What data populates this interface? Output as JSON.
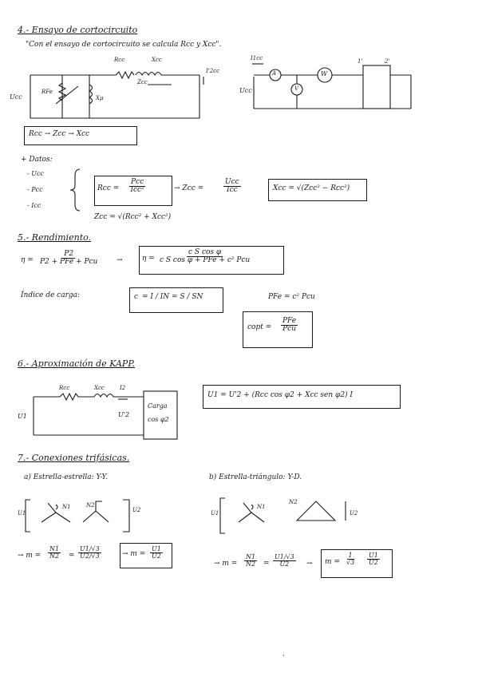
{
  "s4": {
    "title": "4.- Ensayo de cortocircuito",
    "intro": "\"Con el ensayo de cortocircuito se calcula Rcc y Xcc\".",
    "lbl_Rcc": "Rcc",
    "lbl_Xcc": "Xcc",
    "lbl_Zcc": "Zcc",
    "lbl_I2cc": "I'2cc",
    "lbl_Ucc": "Ucc",
    "lbl_Rfe": "RFe",
    "lbl_Xu": "Xμ",
    "lbl_I1cc": "I1cc",
    "lbl_Ucc2": "Ucc",
    "lbl_1": "1'",
    "lbl_2": "2'",
    "meter_A": "A",
    "meter_W": "W",
    "meter_V": "V",
    "chain": "Rcc → Zcc → Xcc",
    "datos": "+ Datos:",
    "datos_items": [
      "- Ucc",
      "- Pcc",
      "- Icc"
    ],
    "f1_lhs": "Rcc =",
    "f1_num": "Pcc",
    "f1_den": "Icc²",
    "f2_lhs": "→ Zcc =",
    "f2_num": "Ucc",
    "f2_den": "Icc",
    "f3": "Xcc = √(Zcc² − Rcc²)",
    "f4": "Zcc = √(Rcc² + Xcc²)"
  },
  "s5": {
    "title": "5.- Rendimiento.",
    "eta1_lhs": "η =",
    "eta1_num": "P2",
    "eta1_den": "P2 + PFe + Pcu",
    "eta2_lhs": "η =",
    "eta2_num": "c S cos φ",
    "eta2_den": "c S cos φ + PFe + c² Pcu",
    "indice": "Índice de carga:",
    "idx_a": "c",
    "idx_b": "= I / IN = S / SN",
    "pfe": "PFe = c² Pcu",
    "copt_lhs": "copt =",
    "copt_num": "PFe",
    "copt_den": "Pcu"
  },
  "s6": {
    "title": "6.- Aproximación de KAPP.",
    "lbl_Rcc": "Rcc",
    "lbl_Xcc": "Xcc",
    "lbl_I2": "I2",
    "lbl_U1": "U1",
    "lbl_U2": "U'2",
    "carga_1": "Carga",
    "carga_2": "cos φ2",
    "formula": "U1 = U'2 + (Rcc cos φ2 + Xcc sen φ2) I"
  },
  "s7": {
    "title": "7.- Conexiones trifásicas.",
    "a": "a) Estrella-estrella: Y-Y.",
    "b": "b) Estrella-triángulo: Y-D.",
    "lbl_U1a": "U1",
    "lbl_N1a": "N1",
    "lbl_N2a": "N2",
    "lbl_U2a": "U2",
    "lbl_U1b": "U1",
    "lbl_N1b": "N1",
    "lbl_N2b": "N2",
    "lbl_U2b": "U2",
    "ma_lhs": "→ m =",
    "ma_n1": "N1",
    "ma_d1": "N2",
    "ma_eq": "=",
    "ma_n2": "U1/√3",
    "ma_d2": "U2/√3",
    "ma_res_lhs": "→ m =",
    "ma_res_num": "U1",
    "ma_res_den": "U2",
    "mb_lhs": "→ m =",
    "mb_n1": "N1",
    "mb_d1": "N2",
    "mb_eq": "=",
    "mb_n2": "U1/√3",
    "mb_d2": "U2",
    "mb_res_lhs": "m =",
    "mb_res_k_num": "1",
    "mb_res_k_den": "√3",
    "mb_res_num": "U1",
    "mb_res_den": "U2"
  },
  "footer_mark": "·"
}
